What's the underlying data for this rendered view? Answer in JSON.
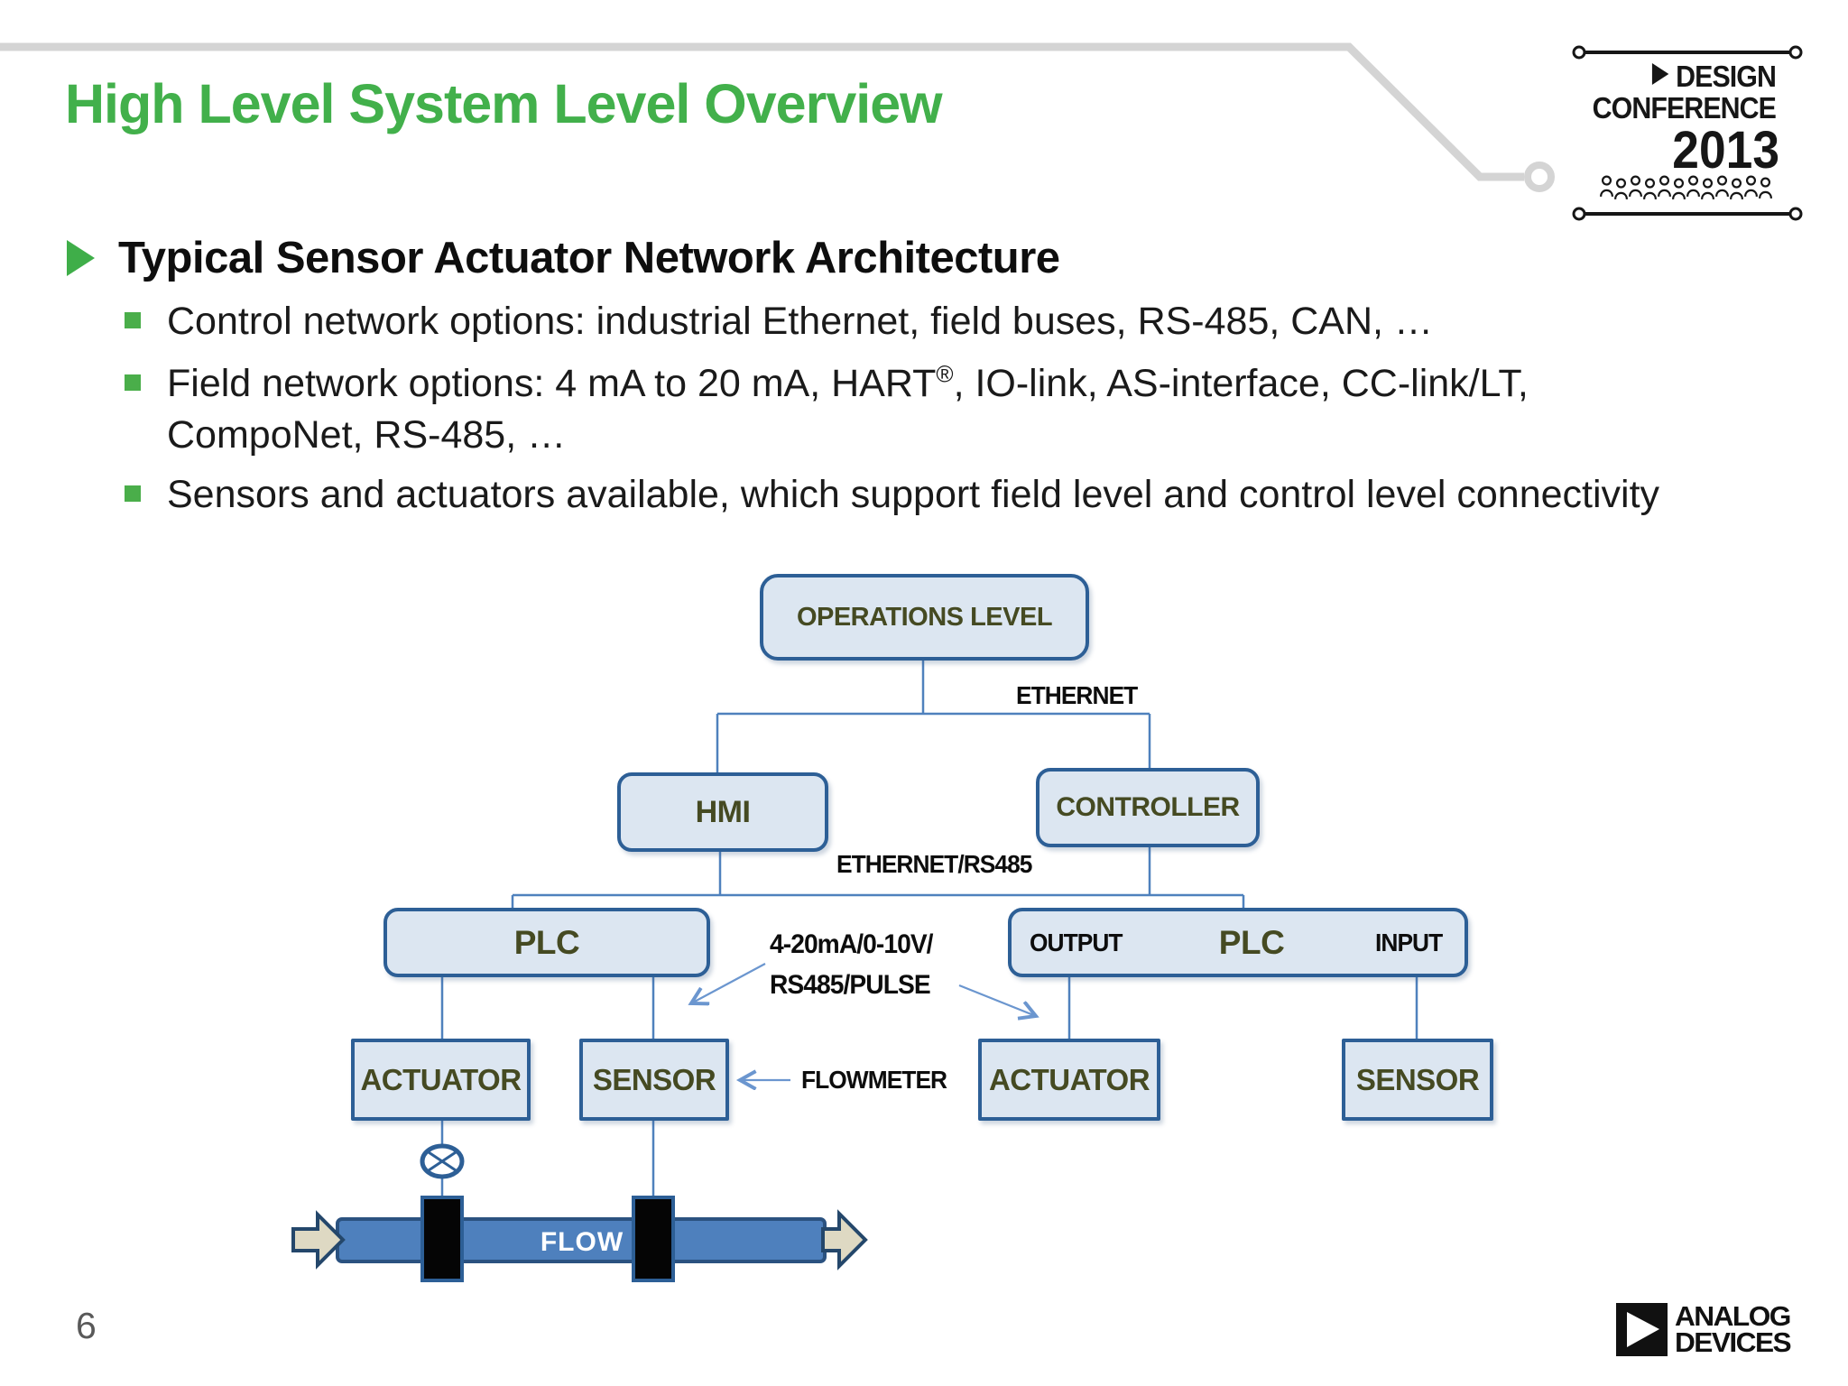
{
  "slide": {
    "title": "High Level System Level Overview",
    "page_number": "6"
  },
  "conference_badge": {
    "design": "DESIGN",
    "conference": "CONFERENCE",
    "year": "2013"
  },
  "content": {
    "heading": "Typical Sensor Actuator Network Architecture",
    "bullets": [
      {
        "text": "Control network options: industrial Ethernet, field buses, RS-485, CAN, …"
      },
      {
        "pre": "Field network options: 4 mA to 20 mA, HART",
        "sup": "®",
        "post": ", IO-link, AS-interface, CC-link/LT, CompoNet, RS-485, …"
      },
      {
        "text": "Sensors and actuators available, which support field level and control level connectivity"
      }
    ]
  },
  "diagram": {
    "nodes": {
      "operations_level": "OPERATIONS LEVEL",
      "hmi": "HMI",
      "controller": "CONTROLLER",
      "plc_left": "PLC",
      "plc_right": {
        "output": "OUTPUT",
        "label": "PLC",
        "input": "INPUT"
      },
      "actuator_left": "ACTUATOR",
      "sensor_left": "SENSOR",
      "actuator_right": "ACTUATOR",
      "sensor_right": "SENSOR"
    },
    "edge_labels": {
      "ethernet": "ETHERNET",
      "ethernet_rs485": "ETHERNET/RS485",
      "field_signal_line1": "4-20mA/0-10V/",
      "field_signal_line2": "RS485/PULSE",
      "flowmeter": "FLOWMETER",
      "flow": "FLOW"
    }
  },
  "footer_brand": {
    "line1": "ANALOG",
    "line2": "DEVICES"
  },
  "icons": {
    "heading_bullet": "right-triangle",
    "badge_play": "right-triangle",
    "people_row": "audience-figures",
    "valve": "circle-x-valve",
    "flowmeter_arrow": "left-arrow",
    "pipe_arrows": "block-arrow-right",
    "adi_logo": "play-triangle-in-black-square"
  },
  "colors": {
    "title_green": "#42b04b",
    "bullet_green": "#4aae4a",
    "box_fill": "#dce6f1",
    "box_border": "#2d5f96",
    "connector_blue": "#4f81bd",
    "box_text_olive": "#454a22",
    "pipe_blue": "#4e80bd",
    "pipe_arrow_beige": "#ded9c3",
    "decor_gray": "#d4d4d4",
    "page_number_gray": "#595959",
    "black": "#111111"
  }
}
